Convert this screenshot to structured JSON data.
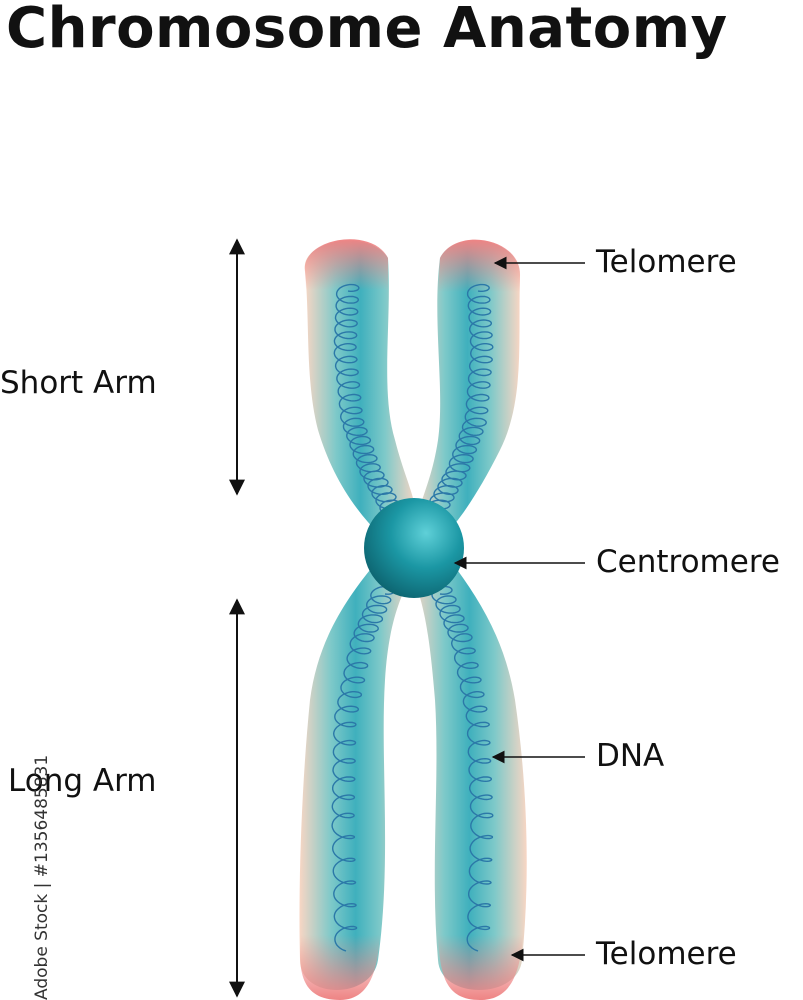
{
  "title": "Chromosome Anatomy",
  "labels": {
    "telomere_top": "Telomere",
    "centromere": "Centromere",
    "dna": "DNA",
    "telomere_bottom": "Telomere",
    "short_arm": "Short Arm",
    "long_arm": "Long Arm"
  },
  "watermark": "Adobe Stock | #1356485831",
  "colors": {
    "arm_outer": "#f7d2bf",
    "arm_inner": "#4bb2bd",
    "tip": "#ef8a8a",
    "centromere": "#1b97a4",
    "dna_coil": "#2b78a8",
    "arrow": "#111111"
  }
}
